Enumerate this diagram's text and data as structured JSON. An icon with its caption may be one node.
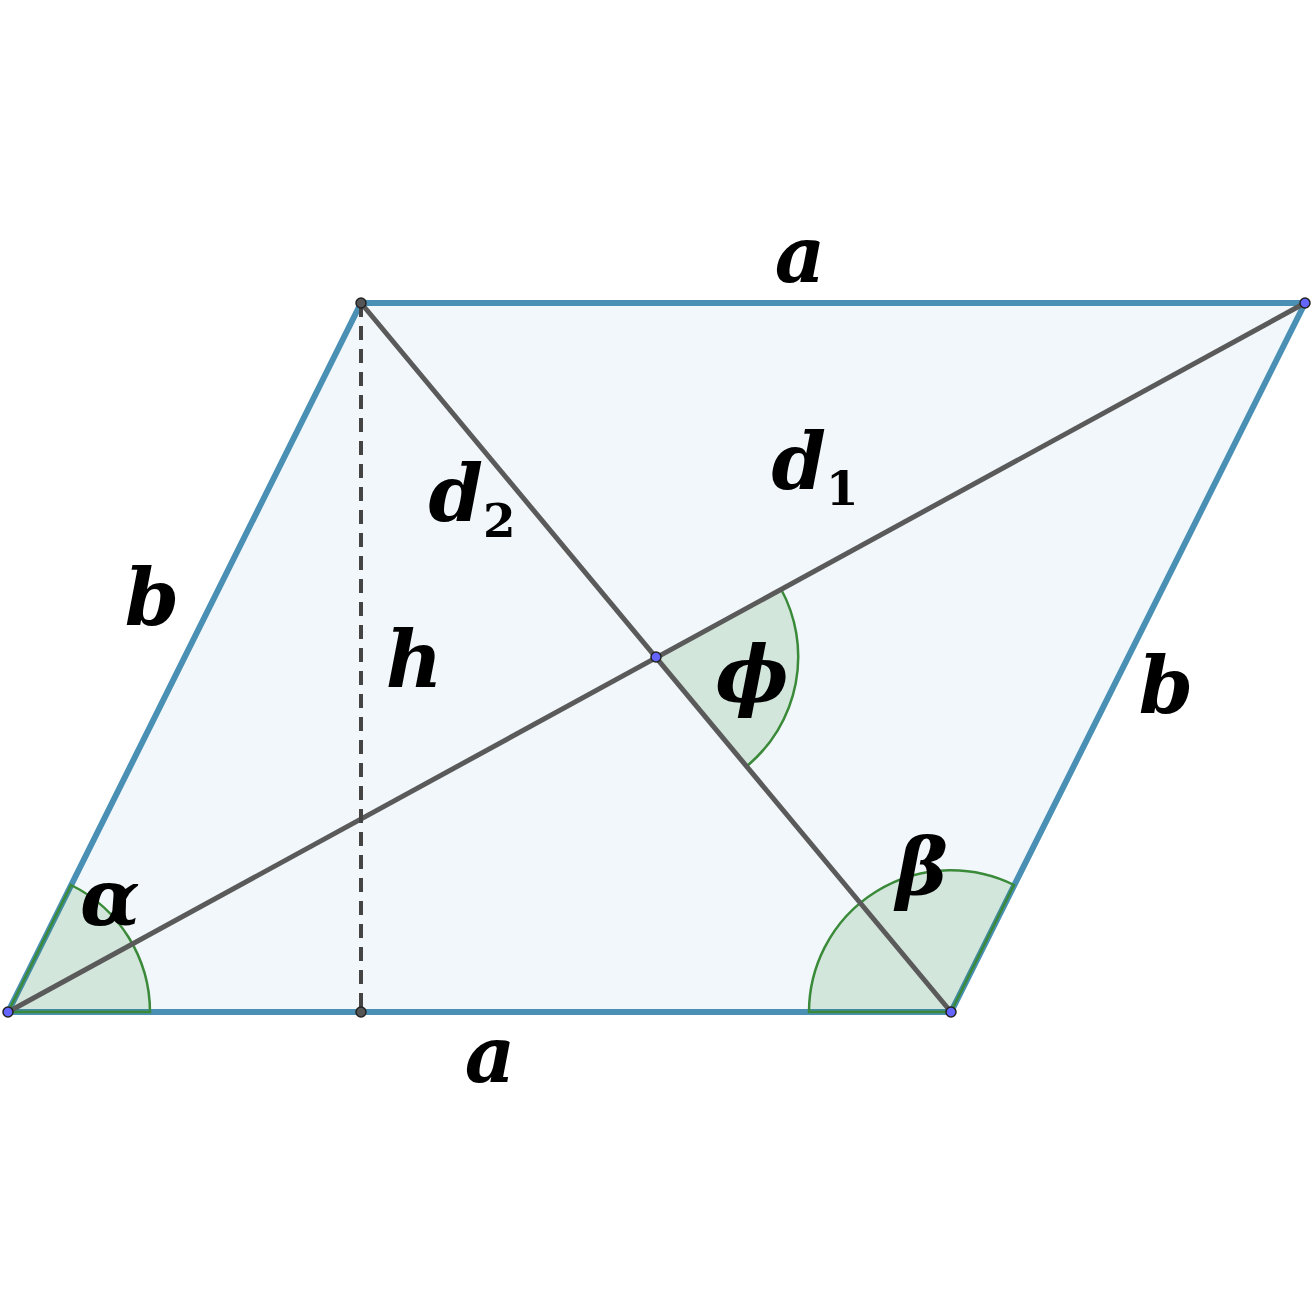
{
  "diagram": {
    "labels": [
      "a",
      "d$_{1}$",
      "d$_{2}$",
      "b",
      "h",
      "ϕ",
      "b",
      "α",
      "β",
      "a"
    ]
  }
}
